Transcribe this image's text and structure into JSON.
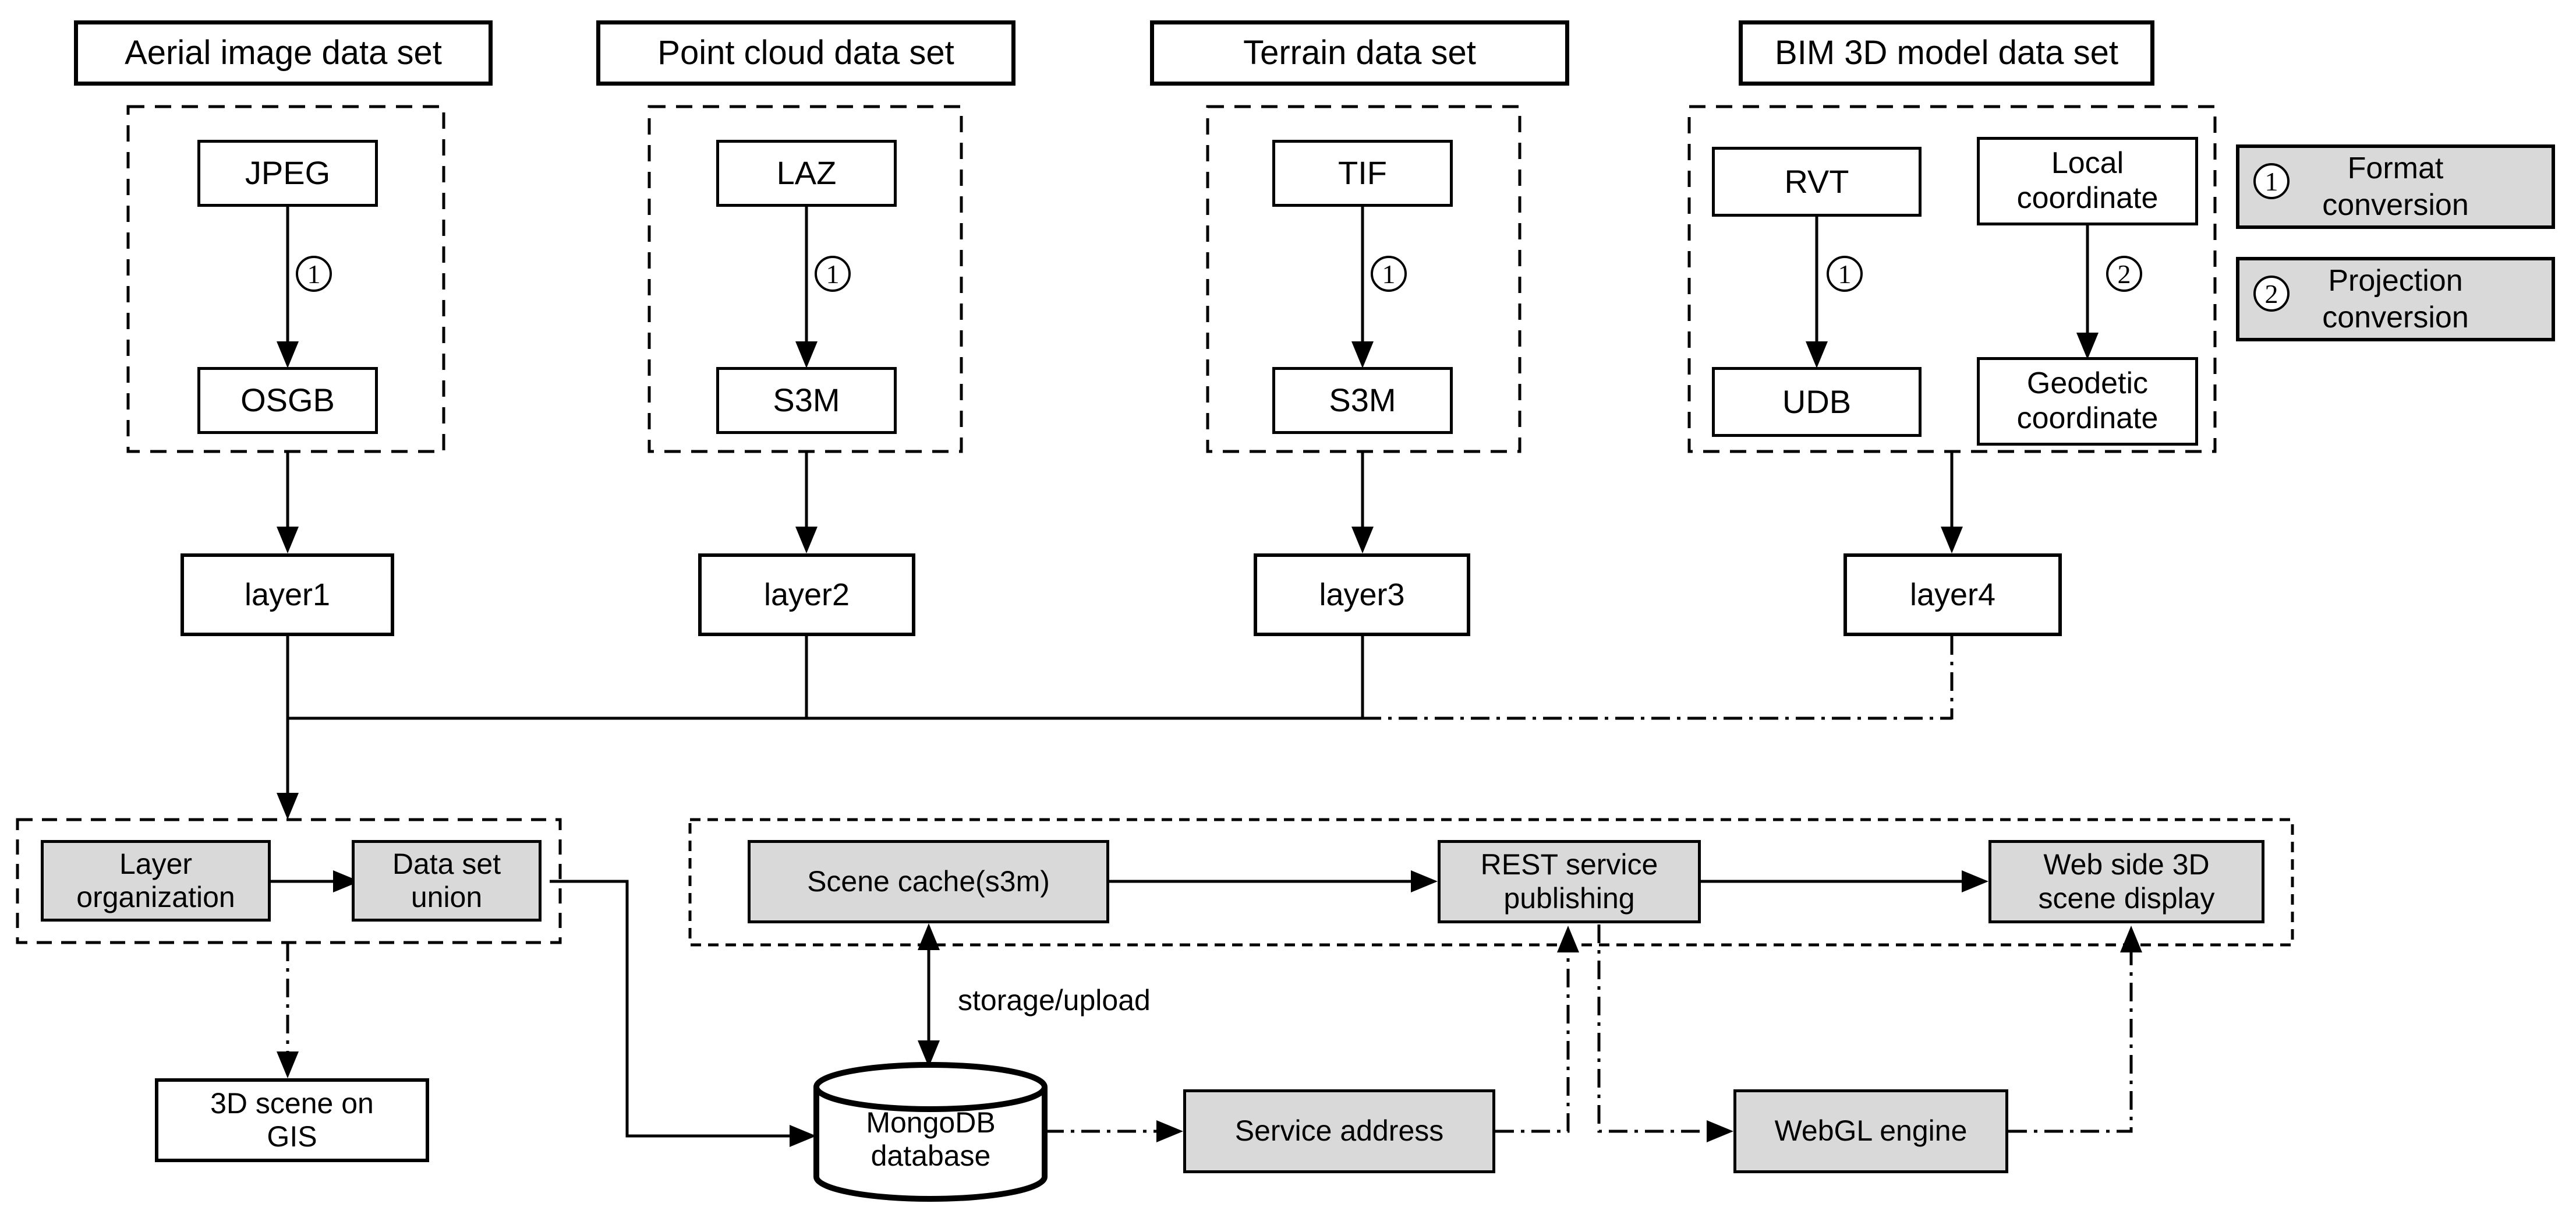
{
  "colors": {
    "background": "#ffffff",
    "box_fill_gray": "#d9d9d9",
    "box_fill_white": "#ffffff",
    "line": "#000000"
  },
  "datasets": [
    {
      "title": "Aerial image data set",
      "source": "JPEG",
      "target": "OSGB",
      "conversion": "1",
      "layer": "layer1"
    },
    {
      "title": "Point cloud data set",
      "source": "LAZ",
      "target": "S3M",
      "conversion": "1",
      "layer": "layer2"
    },
    {
      "title": "Terrain data set",
      "source": "TIF",
      "target": "S3M",
      "conversion": "1",
      "layer": "layer3"
    },
    {
      "title": "BIM 3D model data set",
      "source": "RVT",
      "target": "UDB",
      "conversion": "1",
      "source2": "Local coordinate",
      "target2": "Geodetic coordinate",
      "conversion2": "2",
      "layer": "layer4"
    }
  ],
  "legend": [
    {
      "symbol": "1",
      "label": "Format conversion"
    },
    {
      "symbol": "2",
      "label": "Projection conversion"
    }
  ],
  "organization": {
    "layer_organization": "Layer organization",
    "data_set_union": "Data set union",
    "scene_on_gis": "3D scene on GIS"
  },
  "publishing": {
    "scene_cache": "Scene cache(s3m)",
    "rest_service": "REST service publishing",
    "web_display": "Web side 3D scene display"
  },
  "storage": {
    "flow_label": "storage/upload",
    "mongodb": "MongoDB database",
    "service_address": "Service address",
    "webgl": "WebGL engine"
  }
}
